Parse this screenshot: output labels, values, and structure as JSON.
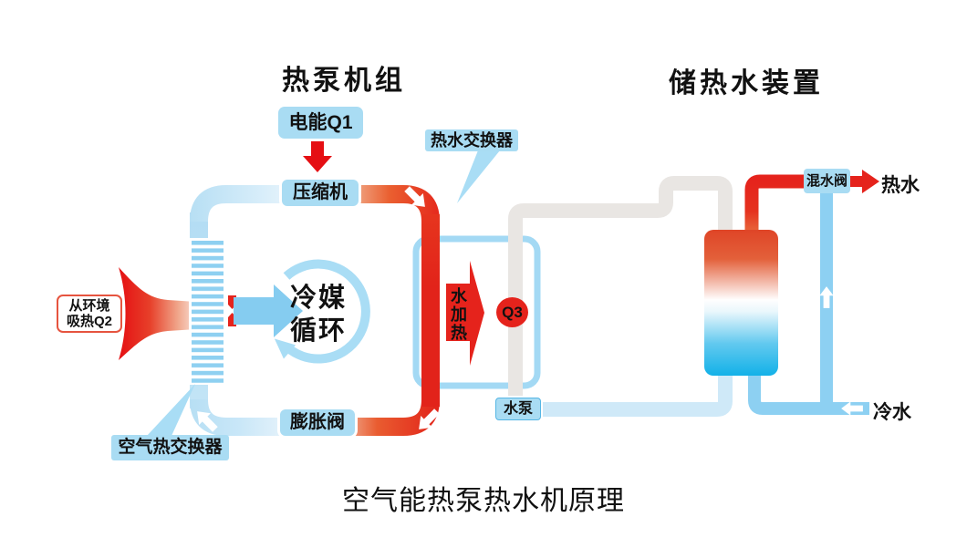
{
  "titles": {
    "heat_pump_unit": "热泵机组",
    "storage_device": "储热水装置",
    "caption": "空气能热泵热水机原理"
  },
  "labels": {
    "electric_energy": "电能Q1",
    "compressor": "压缩机",
    "expansion_valve": "膨胀阀",
    "refrigerant_cycle": [
      "冷媒",
      "循环"
    ],
    "env_heat": [
      "从环境",
      "吸热Q2"
    ],
    "air_heat_exchanger": "空气热交换器",
    "hot_water_exchanger": "热水交换器",
    "water_heating": "水加热",
    "q3": "Q3",
    "water_pump": "水泵",
    "mixing_valve": "混水阀",
    "hot_water": "热水",
    "cold_water": "冷水"
  },
  "colors": {
    "hot_red": "#e5231c",
    "cold_pipe_blue": "#8dd0f2",
    "loop_cold_blue": "#b7dff4",
    "label_box_blue": "#a9dcf3",
    "gray_water_pipe": "#e9e6e3",
    "pale_return_pipe": "#cfe9f8",
    "tank_top": "#df4527",
    "tank_bottom": "#12b1e8",
    "env_box_border": "#e6543f"
  }
}
